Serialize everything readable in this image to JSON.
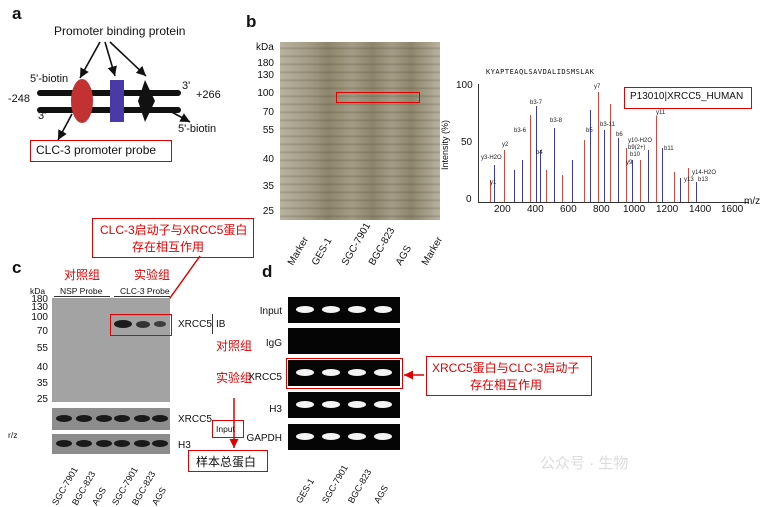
{
  "panel_a": {
    "letter": "a",
    "protein_label": "Promoter binding protein",
    "biotin_top_left": "5'-biotin",
    "pos_left": "-248",
    "three_prime_left": "3'",
    "three_prime_right": "3'",
    "pos_right": "+266",
    "biotin_bottom_right": "5'-biotin",
    "probe_label": "CLC-3 promoter probe"
  },
  "panel_b": {
    "letter": "b",
    "kda": "kDa",
    "markers": [
      "180",
      "130",
      "100",
      "70",
      "55",
      "40",
      "35",
      "25"
    ],
    "lanes": [
      "Marker",
      "GES-1",
      "SGC-7901",
      "BGC-823",
      "AGS",
      "Marker"
    ],
    "spectrum": {
      "sequence": "KYAPTEAQLSAVDALIDSMSLAK",
      "protein_id": "P13010|XRCC5_HUMAN",
      "y_axis_label": "Intensity (%)",
      "y_ticks": [
        "100",
        "50",
        "0"
      ],
      "x_ticks": [
        "200",
        "400",
        "600",
        "800",
        "1000",
        "1200",
        "1400",
        "1600"
      ],
      "x_unit": "m/z",
      "peak_labels": [
        "y3-H2O",
        "y1",
        "y2",
        "b3-6",
        "b3-7",
        "b4",
        "b3-8",
        "b5",
        "y7",
        "b3-11",
        "b6",
        "y9",
        "y10-H2O",
        "b9(2+)",
        "b10",
        "y11",
        "b11",
        "y13",
        "y14-H2O",
        "b13"
      ]
    }
  },
  "annotation_top": {
    "line1": "CLC-3启动子与XRCC5蛋白",
    "line2": "存在相互作用"
  },
  "panel_c": {
    "letter": "c",
    "control_group": "对照组",
    "experimental_group": "实验组",
    "nsp_probe": "NSP Probe",
    "clc3_probe": "CLC-3 Probe",
    "kda": "kDa",
    "markers": [
      "180",
      "130",
      "100",
      "70",
      "55",
      "40",
      "35",
      "25"
    ],
    "xrcc5_ib": "XRCC5",
    "ib": "IB",
    "xrcc5_input": "XRCC5",
    "input": "Input",
    "h3": "H3",
    "total_protein": "样本总蛋白",
    "lanes": [
      "SGC-7901",
      "BGC-823",
      "AGS",
      "SGC-7901",
      "BGC-823",
      "AGS"
    ],
    "stray": "r/z"
  },
  "panel_d": {
    "letter": "d",
    "rows": [
      "Input",
      "IgG",
      "XRCC5",
      "H3",
      "GAPDH"
    ],
    "control_group": "对照组",
    "experimental_group": "实验组",
    "lanes": [
      "GES-1",
      "SGC-7901",
      "BGC-823",
      "AGS"
    ]
  },
  "annotation_bottom": {
    "line1": "XRCC5蛋白与CLC-3启动子",
    "line2": "存在相互作用"
  },
  "watermark": "公众号 · 生物"
}
